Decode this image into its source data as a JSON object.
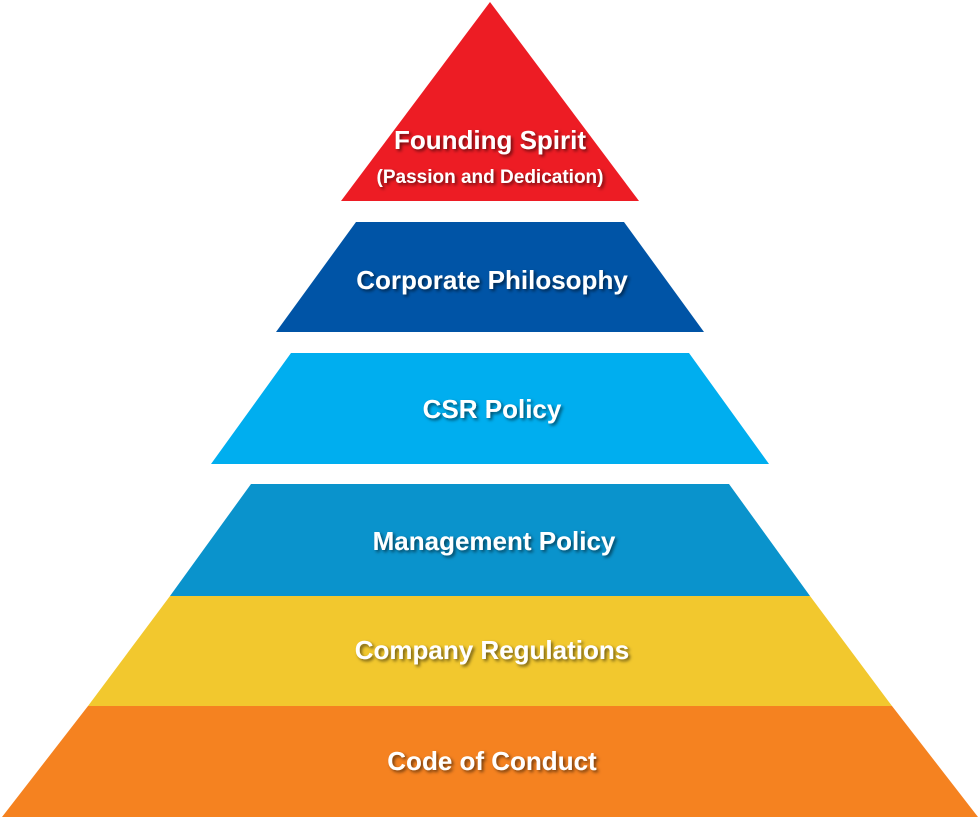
{
  "tiers": [
    {
      "label": "Founding Spirit",
      "sublabel": "(Passion and Dedication)",
      "color": "#ed1c24"
    },
    {
      "label": "Corporate Philosophy",
      "sublabel": "",
      "color": "#0054a6"
    },
    {
      "label": "CSR Policy",
      "sublabel": "",
      "color": "#00aeef"
    },
    {
      "label": "Management Policy",
      "sublabel": "",
      "color": "#0a93cc"
    },
    {
      "label": "Company Regulations",
      "sublabel": "",
      "color": "#f2c82e"
    },
    {
      "label": "Code of Conduct",
      "sublabel": "",
      "color": "#f58220"
    }
  ]
}
